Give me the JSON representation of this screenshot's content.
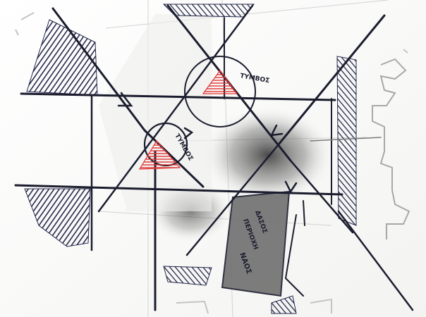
{
  "sketch": {
    "labels": {
      "tomb_upper": "ΤΥΜΒΟΣ",
      "tomb_lower": "ΤΥΜΒΟΣ",
      "park_line1": "ΔΑΣΟΣ",
      "park_line2": "ΠΕΡΙΟΧΗ",
      "park_line3": "ΝΑΟΣ"
    },
    "colors": {
      "ink": "#1b1d2e",
      "hatch": "#23284a",
      "red_accent": "#e0322f",
      "shadow": "#3a3a3a",
      "gray_fill": "#6f6f6f",
      "grid": "#c9c9c9"
    }
  }
}
